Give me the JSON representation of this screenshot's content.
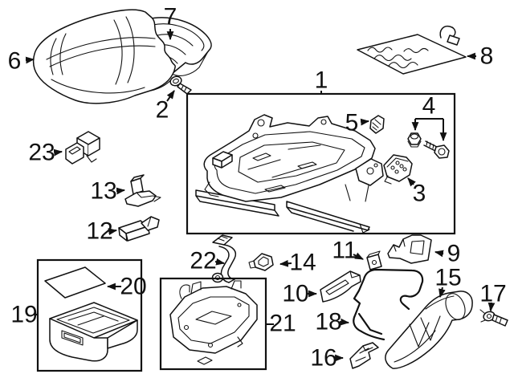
{
  "diagram": {
    "type": "exploded-parts-diagram",
    "background_color": "#ffffff",
    "line_color": "#111111",
    "callouts": {
      "c1": "1",
      "c2": "2",
      "c3": "3",
      "c4": "4",
      "c5": "5",
      "c6": "6",
      "c7": "7",
      "c8": "8",
      "c9": "9",
      "c10": "10",
      "c11": "11",
      "c12": "12",
      "c13": "13",
      "c14": "14",
      "c15": "15",
      "c16": "16",
      "c17": "17",
      "c18": "18",
      "c19": "19",
      "c20": "20",
      "c21": "21",
      "c22": "22",
      "c23": "23"
    }
  }
}
